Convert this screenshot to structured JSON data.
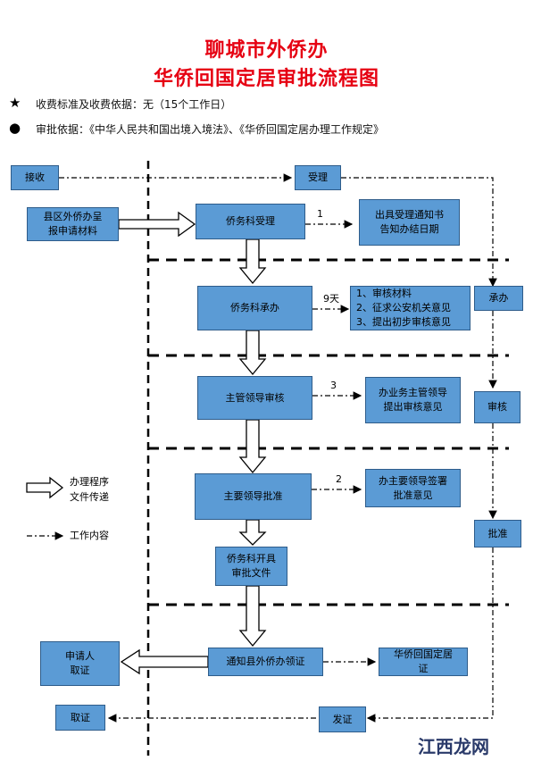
{
  "title": {
    "line1": "聊城市外侨办",
    "line2": "华侨回国定居审批流程图"
  },
  "info": {
    "fee": "收费标准及收费依据：无（15个工作日）",
    "basis": "审批依据：《中华人民共和国出境入境法》、《华侨回国定居办理工作规定》"
  },
  "boxes": {
    "receive": "接收",
    "accept": "受理",
    "county_submit": "县区外侨办呈\n报申请材料",
    "dept_accept": "侨务科受理",
    "notice": "出具受理通知书\n告知办结日期",
    "dept_handle": "侨务科承办",
    "handle_tasks": "1、审核材料\n2、征求公安机关意见\n3、提出初步审核意见",
    "undertake": "承办",
    "supervisor_review": "主管领导审核",
    "supervisor_opinion": "办业务主管领导\n提出审核意见",
    "review": "审核",
    "main_approve": "主要领导批准",
    "main_sign": "办主要领导签署\n批准意见",
    "approve": "批准",
    "issue_doc": "侨务科开具\n审批文件",
    "notify_county": "通知县外侨办领证",
    "applicant": "申请人\n取证",
    "permit": "华侨回国定居\n证",
    "collect": "取证",
    "issue": "发证"
  },
  "labels": {
    "d1": "1",
    "d9": "9天",
    "d3": "3",
    "d2": "2"
  },
  "legend": {
    "process": "办理程序\n文件传递",
    "work": "工作内容"
  },
  "watermark": "江西龙网"
}
